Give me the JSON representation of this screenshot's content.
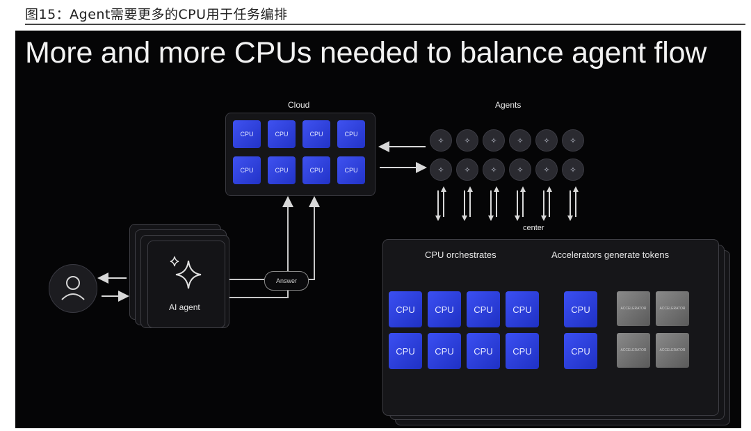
{
  "caption": "图15：Agent需要更多的CPU用于任务编排",
  "slide": {
    "title": "More and more CPUs needed to balance agent flow",
    "cloud": {
      "label": "Cloud",
      "cpus": [
        "CPU",
        "CPU",
        "CPU",
        "CPU",
        "CPU",
        "CPU",
        "CPU",
        "CPU"
      ]
    },
    "agents_label": "Agents",
    "agent_icon": "sparkle-icon",
    "data_center_label": "center",
    "ai_agent_label": "AI agent",
    "answer_label": "Answer",
    "user_icon": "user-icon",
    "orchestration": {
      "cpu_heading": "CPU orchestrates",
      "acc_heading": "Accelerators generate tokens",
      "cpus": [
        "CPU",
        "CPU",
        "CPU",
        "CPU",
        "CPU",
        "CPU",
        "CPU",
        "CPU"
      ],
      "acc_cpus": [
        "CPU",
        "CPU"
      ],
      "accelerators": [
        "ACCELERATOR",
        "ACCELERATOR",
        "ACCELERATOR",
        "ACCELERATOR"
      ]
    }
  },
  "colors": {
    "cpu_blue": "#3a4ef0",
    "background": "#050506",
    "accelerator_gray": "#7a7a7a"
  }
}
